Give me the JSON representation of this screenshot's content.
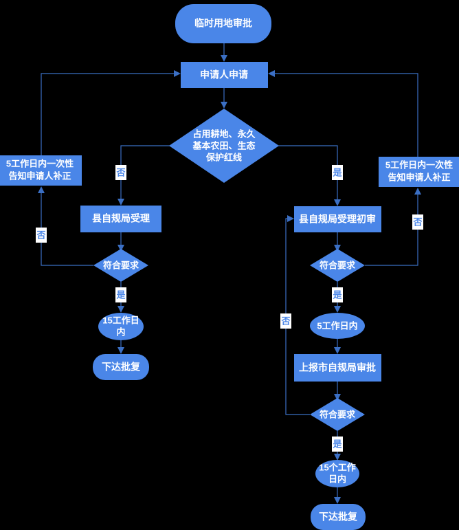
{
  "diagram": {
    "type": "flowchart",
    "title": "临时用地审批",
    "background_color": "#000000",
    "node_fill_color": "#4a86e8",
    "node_text_color": "#ffffff",
    "edge_color": "#3b6fc4",
    "edge_label_text_color": "#4a86e8",
    "edge_label_bg_color": "#ffffff"
  },
  "nodes": {
    "start": {
      "label": "临时用地审批",
      "shape": "rounded-rect"
    },
    "applicant_apply": {
      "label": "申请人申请",
      "shape": "rect"
    },
    "decision_landuse": {
      "label_line1": "占用耕地、永久",
      "label_line2": "基本农田、生态",
      "label_line3": "保护红线",
      "shape": "diamond"
    },
    "notify_left": {
      "label_line1": "5工作日内一次性",
      "label_line2": "告知申请人补正",
      "shape": "rect"
    },
    "notify_right": {
      "label_line1": "5工作日内一次性",
      "label_line2": "告知申请人补正",
      "shape": "rect"
    },
    "county_accept": {
      "label": "县自规局受理",
      "shape": "rect"
    },
    "county_accept_review": {
      "label": "县自规局受理初审",
      "shape": "rect"
    },
    "decision_left_conform": {
      "label": "符合要求",
      "shape": "diamond"
    },
    "decision_right_conform": {
      "label": "符合要求",
      "shape": "diamond"
    },
    "decision_city_conform": {
      "label": "符合要求",
      "shape": "diamond"
    },
    "days15_left": {
      "label_line1": "15工作日",
      "label_line2": "内",
      "shape": "ellipse"
    },
    "days5_right": {
      "label": "5工作日内",
      "shape": "ellipse"
    },
    "days15_right": {
      "label_line1": "15个工作",
      "label_line2": "日内",
      "shape": "ellipse"
    },
    "city_submit": {
      "label": "上报市自规局审批",
      "shape": "rect"
    },
    "approval_left": {
      "label": "下达批复",
      "shape": "rounded-rect"
    },
    "approval_right": {
      "label": "下达批复",
      "shape": "rounded-rect"
    }
  },
  "edge_labels": {
    "landuse_no": "否",
    "landuse_yes": "是",
    "left_conform_no": "否",
    "left_conform_yes": "是",
    "right_conform_no": "否",
    "right_conform_yes": "是",
    "city_conform_no": "否",
    "city_conform_yes": "是"
  }
}
